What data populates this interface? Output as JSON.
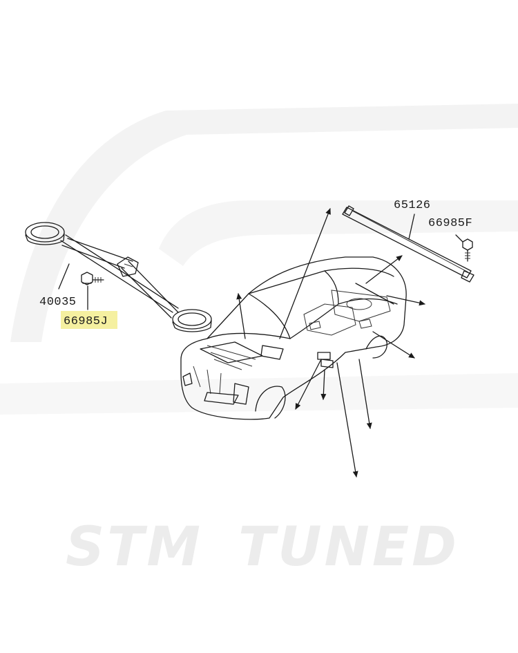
{
  "watermark": {
    "text_left": "STM",
    "text_right": "TUNED",
    "logo": "stm-swoosh-logo"
  },
  "parts": [
    {
      "id": "40035",
      "label": "40035",
      "highlighted": false
    },
    {
      "id": "66985J",
      "label": "66985J",
      "highlighted": true
    },
    {
      "id": "65126",
      "label": "65126",
      "highlighted": false
    },
    {
      "id": "66985F",
      "label": "66985F",
      "highlighted": false
    }
  ],
  "colors": {
    "highlight": "#f5f0a0",
    "line": "#1a1a1a",
    "watermark": "#ececec"
  }
}
